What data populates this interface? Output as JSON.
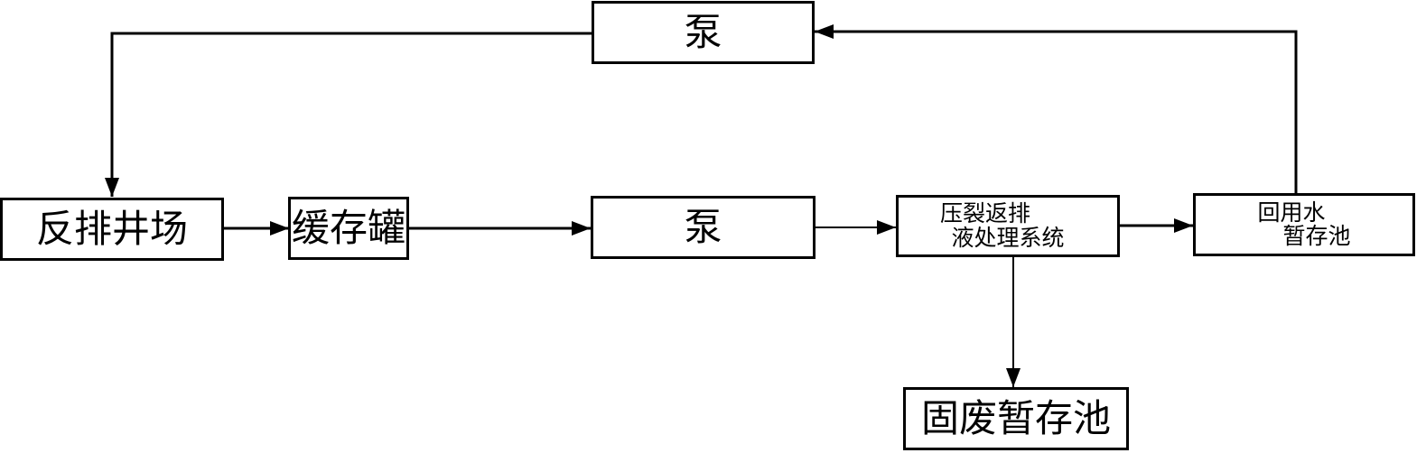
{
  "diagram": {
    "type": "process-flowchart",
    "nodes": {
      "pump_top": {
        "label": "泵"
      },
      "backflow_wellsite": {
        "label": "反排井场"
      },
      "buffer_tank": {
        "label": "缓存罐"
      },
      "pump_mid": {
        "label": "泵"
      },
      "treatment_system": {
        "lines": [
          "压裂返排",
          "液处理系统"
        ]
      },
      "reuse_water_pool": {
        "lines": [
          "回用水",
          "暂存池"
        ]
      },
      "solid_waste_pool": {
        "label": "固废暂存池"
      }
    },
    "edges": [
      {
        "from": "backflow_wellsite",
        "to": "buffer_tank"
      },
      {
        "from": "buffer_tank",
        "to": "pump_mid"
      },
      {
        "from": "pump_mid",
        "to": "treatment_system"
      },
      {
        "from": "treatment_system",
        "to": "reuse_water_pool"
      },
      {
        "from": "treatment_system",
        "to": "solid_waste_pool"
      },
      {
        "from": "reuse_water_pool",
        "to": "pump_top"
      },
      {
        "from": "pump_top",
        "to": "backflow_wellsite"
      }
    ]
  }
}
